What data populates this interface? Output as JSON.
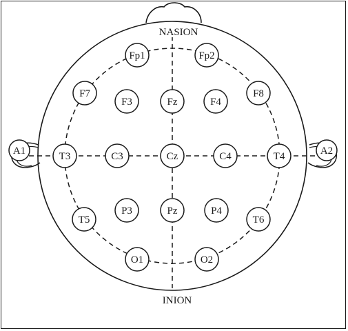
{
  "landmarks": {
    "top": "NASION",
    "bottom": "INION"
  },
  "ears": {
    "left": "A1",
    "right": "A2"
  },
  "electrodes": [
    {
      "id": "fp1",
      "label": "Fp1"
    },
    {
      "id": "fp2",
      "label": "Fp2"
    },
    {
      "id": "f7",
      "label": "F7"
    },
    {
      "id": "f3",
      "label": "F3"
    },
    {
      "id": "fz",
      "label": "Fz"
    },
    {
      "id": "f4",
      "label": "F4"
    },
    {
      "id": "f8",
      "label": "F8"
    },
    {
      "id": "t3",
      "label": "T3"
    },
    {
      "id": "c3",
      "label": "C3"
    },
    {
      "id": "cz",
      "label": "Cz"
    },
    {
      "id": "c4",
      "label": "C4"
    },
    {
      "id": "t4",
      "label": "T4"
    },
    {
      "id": "t5",
      "label": "T5"
    },
    {
      "id": "p3",
      "label": "P3"
    },
    {
      "id": "pz",
      "label": "Pz"
    },
    {
      "id": "p4",
      "label": "P4"
    },
    {
      "id": "t6",
      "label": "T6"
    },
    {
      "id": "o1",
      "label": "O1"
    },
    {
      "id": "o2",
      "label": "O2"
    }
  ]
}
